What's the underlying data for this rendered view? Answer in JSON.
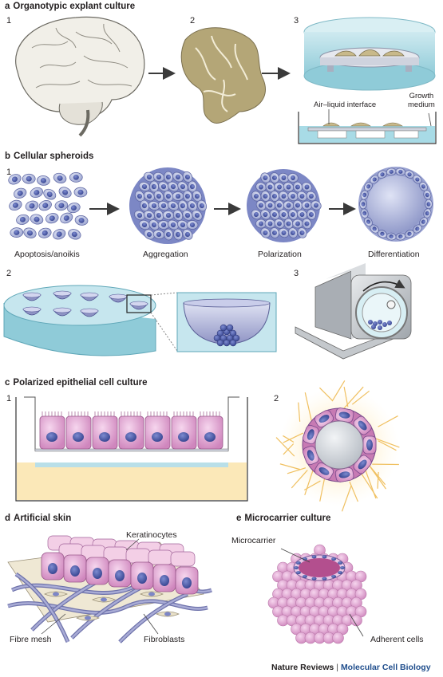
{
  "sections": {
    "a": {
      "letter": "a",
      "title": "Organotypic explant culture",
      "panels": [
        "1",
        "2",
        "3"
      ],
      "labels": {
        "air_liquid": "Air–liquid interface",
        "growth": "Growth",
        "medium": "medium"
      }
    },
    "b": {
      "letter": "b",
      "title": "Cellular spheroids",
      "panels": [
        "1",
        "2",
        "3"
      ],
      "stages": [
        "Apoptosis/anoikis",
        "Aggregation",
        "Polarization",
        "Differentiation"
      ]
    },
    "c": {
      "letter": "c",
      "title": "Polarized epithelial cell culture",
      "panels": [
        "1",
        "2"
      ]
    },
    "d": {
      "letter": "d",
      "title": "Artificial skin",
      "labels": {
        "keratinocytes": "Keratinocytes",
        "fibre_mesh": "Fibre mesh",
        "fibroblasts": "Fibroblasts"
      }
    },
    "e": {
      "letter": "e",
      "title": "Microcarrier culture",
      "labels": {
        "microcarrier": "Microcarrier",
        "adherent": "Adherent cells"
      }
    }
  },
  "footer": {
    "journal": "Nature Reviews",
    "separator": "|",
    "subtitle": "Molecular Cell Biology"
  },
  "colors": {
    "cell_body": "#b8bfe0",
    "nucleus": "#4a5aa8",
    "pink_cell": "#e8b0d8",
    "tissue": "#b8a878",
    "medium": "#a8dbe6",
    "arrow": "#333333"
  }
}
